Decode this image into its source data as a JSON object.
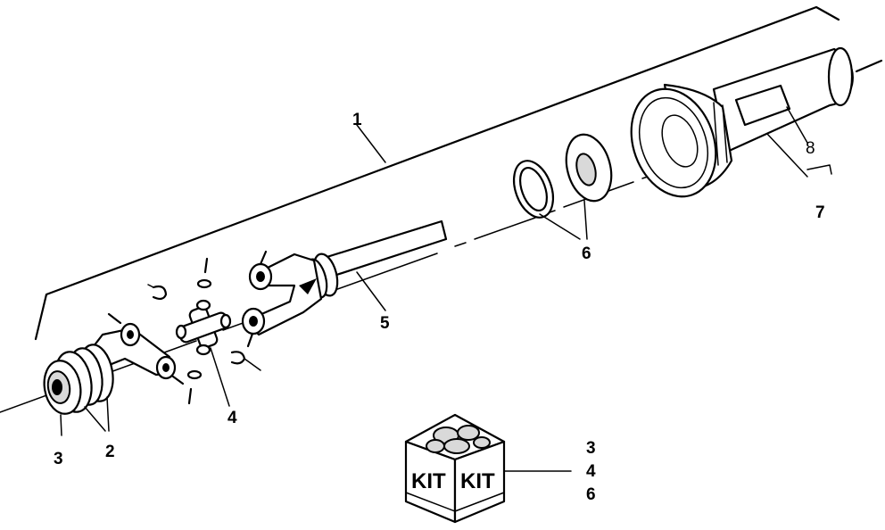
{
  "diagram": {
    "callouts": {
      "c1": "1",
      "c2": "2",
      "c3": "3",
      "c4": "4",
      "c5": "5",
      "c6": "6",
      "c7": "7",
      "c8": "8"
    },
    "kit": {
      "left_face": "KIT",
      "right_face": "KIT",
      "items": [
        "3",
        "4",
        "6"
      ]
    }
  }
}
